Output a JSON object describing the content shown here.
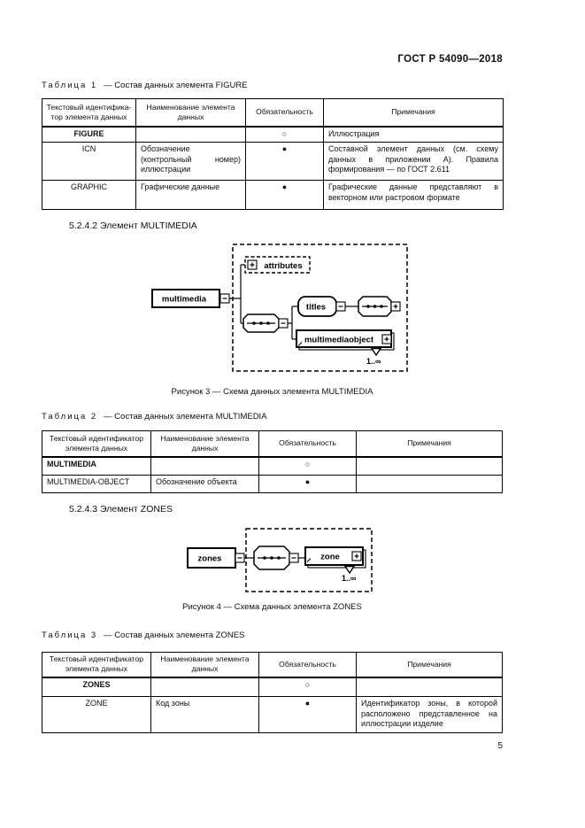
{
  "header": {
    "standard_code": "ГОСТ Р 54090—2018"
  },
  "footer": {
    "page_number": "5"
  },
  "icons": {
    "collapse": "minus",
    "expand": "plus",
    "sequence": "dotted-sequence"
  },
  "table1": {
    "title_label": "Таблица 1",
    "title_rest": "— Состав данных элемента FIGURE",
    "headers": [
      "Текстовый идентифика-\nтор элемента данных",
      "Наименование элемента\nданных",
      "Обязательность",
      "Примечания"
    ],
    "rows": [
      {
        "id": "FIGURE",
        "name": "",
        "mandatory": "○",
        "note": "Иллюстрация"
      },
      {
        "id": "ICN",
        "name": "Обозначение (контрольный номер) иллюстрации",
        "mandatory": "●",
        "note": "Составной элемент данных (см. схему данных в приложении А). Правила формирования — по ГОСТ 2.611"
      },
      {
        "id": "GRAPHIC",
        "name": "Графические данные",
        "mandatory": "●",
        "note": "Графические данные представляют в векторном или растровом формате"
      }
    ]
  },
  "section_multimedia": {
    "heading": "5.2.4.2 Элемент MULTIMEDIA"
  },
  "figure3": {
    "caption": "Рисунок 3 — Схема данных элемента MULTIMEDIA",
    "diagram": {
      "root": "multimedia",
      "attributes": "attributes",
      "titles": "titles",
      "multimedia_object": "multimediaobject",
      "cardinality": "1..∞"
    }
  },
  "table2": {
    "title_label": "Таблица 2",
    "title_rest": "— Состав данных элемента MULTIMEDIA",
    "headers": [
      "Текстовый идентификатор\nэлемента данных",
      "Наименование элемента\nданных",
      "Обязательность",
      "Примечания"
    ],
    "rows": [
      {
        "id": "MULTIMEDIA",
        "name": "",
        "mandatory": "○",
        "note": ""
      },
      {
        "id": "MULTIMEDIA-OBJECT",
        "name": "Обозначение объекта",
        "mandatory": "●",
        "note": ""
      }
    ]
  },
  "section_zones": {
    "heading": "5.2.4.3 Элемент ZONES"
  },
  "figure4": {
    "caption": "Рисунок 4 — Схема данных элемента ZONES",
    "diagram": {
      "root": "zones",
      "zone": "zone",
      "cardinality": "1..∞"
    }
  },
  "table3": {
    "title_label": "Таблица 3",
    "title_rest": "— Состав данных элемента ZONES",
    "headers": [
      "Текстовый идентификатор\nэлемента данных",
      "Наименование элемента\nданных",
      "Обязательность",
      "Примечания"
    ],
    "rows": [
      {
        "id": "ZONES",
        "name": "",
        "mandatory": "○",
        "note": ""
      },
      {
        "id": "ZONE",
        "name": "Код зоны",
        "mandatory": "●",
        "note": "Идентификатор зоны, в которой расположено представленное на иллюстрации изделие"
      }
    ]
  }
}
